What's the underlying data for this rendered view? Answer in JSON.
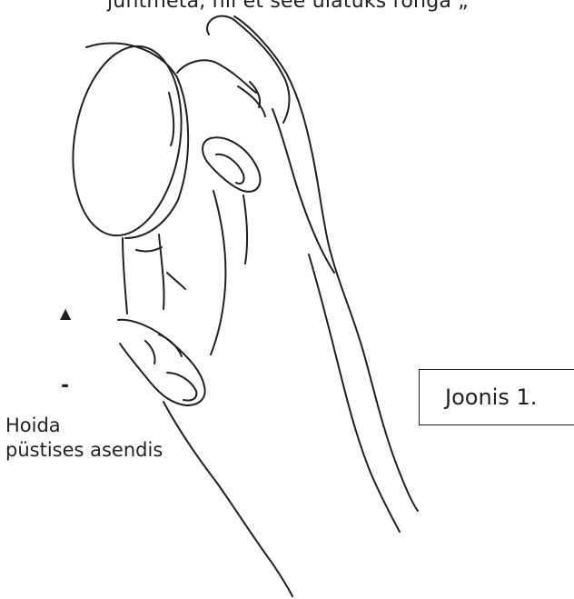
{
  "caption_top": "juhtmeta, nii et see ulatuks rõnga „",
  "orientation_marks": {
    "up_arrow": "▲",
    "minus": "-"
  },
  "hold_label": {
    "line1": "Hoida",
    "line2": "püstises asendis"
  },
  "figure_label": "Joonis 1.",
  "colors": {
    "line": "#231f20",
    "background": "#ffffff"
  }
}
